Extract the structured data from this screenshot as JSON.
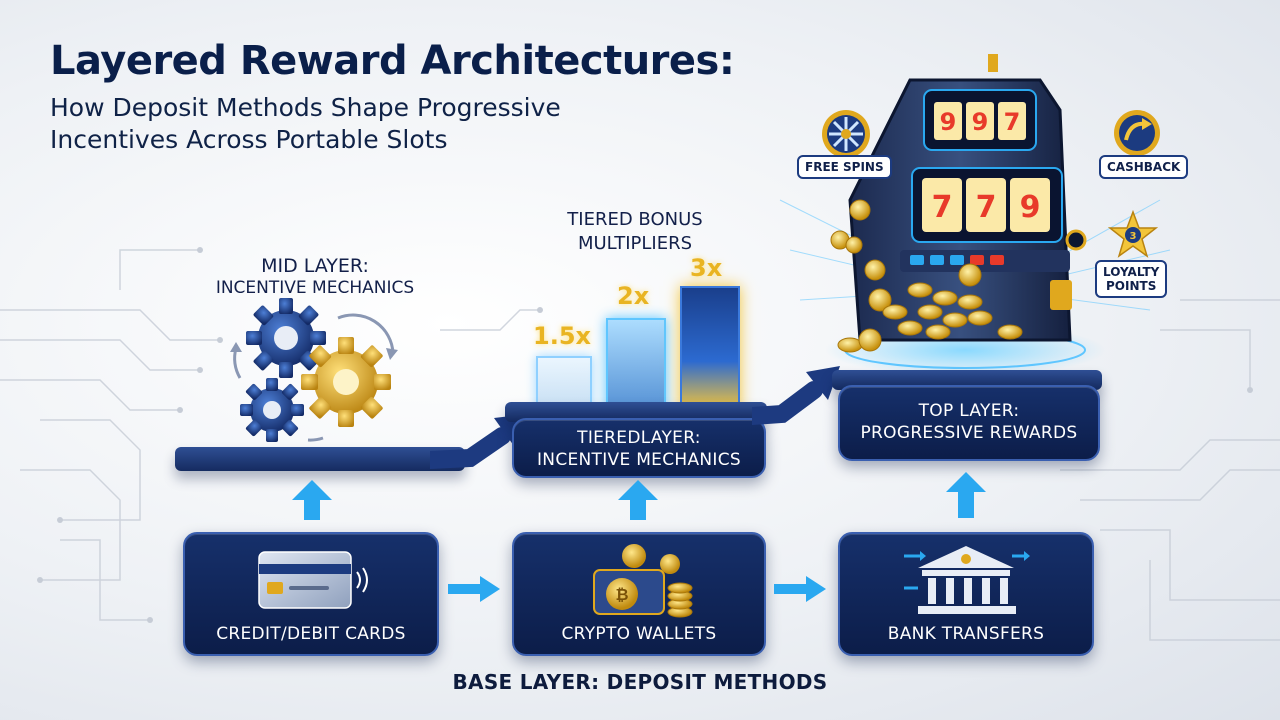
{
  "title": "Layered Reward Architectures:",
  "subtitle": "How Deposit Methods Shape Progressive Incentives Across Portable Slots",
  "mid_layer": {
    "line1": "Mid Layer:",
    "line2": "Incentive Mechanics"
  },
  "tiered_bonus": {
    "line1": "Tiered Bonus",
    "line2": "Multipliers",
    "multipliers": [
      "1.5x",
      "2x",
      "3x"
    ]
  },
  "tiered_layer": {
    "line1": "Tieredlayer:",
    "line2": "Incentive Mechanics"
  },
  "top_layer": {
    "line1": "Top Layer:",
    "line2": "Progressive Rewards"
  },
  "rewards": {
    "free_spins": "Free Spins",
    "cashback": "Cashback",
    "loyalty_line1": "Loyalty",
    "loyalty_line2": "Points",
    "loyalty_star": "3"
  },
  "deposit_methods": [
    {
      "label": "Credit/Debit Cards",
      "icon": "credit-card-icon"
    },
    {
      "label": "Crypto Wallets",
      "icon": "crypto-wallet-icon"
    },
    {
      "label": "Bank Transfers",
      "icon": "bank-icon"
    }
  ],
  "base_layer": "Base Layer: Deposit Methods",
  "slot_reels": {
    "top": [
      "9",
      "9",
      "7"
    ],
    "bottom": [
      "7",
      "7",
      "9"
    ]
  },
  "colors": {
    "navy": "#0c1d49",
    "accent_blue": "#2aa8f0",
    "gold": "#e9b422"
  }
}
